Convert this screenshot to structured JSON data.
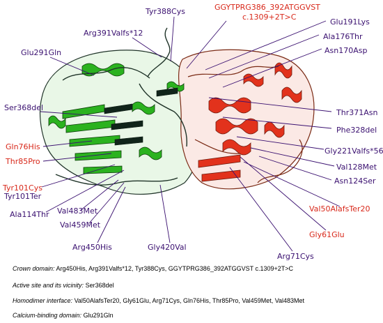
{
  "colors": {
    "purple_label": "#3a1070",
    "red_label": "#d8281a",
    "domain_a": "#2bb21f",
    "domain_b": "#e2321c",
    "backbone": "#1f3328"
  },
  "labels": {
    "tyr388cys": "Tyr388Cys",
    "ggyt_line1": "GGYTPRG386_392ATGGVST",
    "ggyt_line2": "c.1309+2T>C",
    "arg391": "Arg391Valfs*12",
    "glu291gln": "Glu291Gln",
    "glu191lys": "Glu191Lys",
    "ala176thr": "Ala176Thr",
    "asn170asp": "Asn170Asp",
    "ser368del": "Ser368del",
    "thr371asn": "Thr371Asn",
    "phe328del": "Phe328del",
    "gln76his": "Gln76His",
    "thr85pro": "Thr85Pro",
    "gly221valfs": "Gly221Valfs*56",
    "val128met": "Val128Met",
    "asn124ser": "Asn124Ser",
    "tyr101cys": "Tyr101Cys",
    "tyr101ter": "Tyr101Ter",
    "val483met": "Val483Met",
    "ala114thr": "Ala114Thr",
    "val459met": "Val459Met",
    "val50alafster20": "Val50AlafsTer20",
    "gly61glu": "Gly61Glu",
    "arg450his": "Arg450His",
    "gly420val": "Gly420Val",
    "arg71cys": "Arg71Cys"
  },
  "legend": {
    "crown_key": "Crown domain:",
    "crown_value": "Arg450His, Arg391Valfs*12, Tyr388Cys, GGYTPRG386_392ATGGVST c.1309+2T>C",
    "active_key": "Active site and its vicinity:",
    "active_value": "Ser368del",
    "homodimer_key": "Homodimer interface:",
    "homodimer_value": "Val50AlafsTer20, Gly61Glu, Arg71Cys, Gln76His, Thr85Pro, Val459Met, Val483Met",
    "calcium_key": "Calcium-binding domain:",
    "calcium_value": "Glu291Gln"
  }
}
